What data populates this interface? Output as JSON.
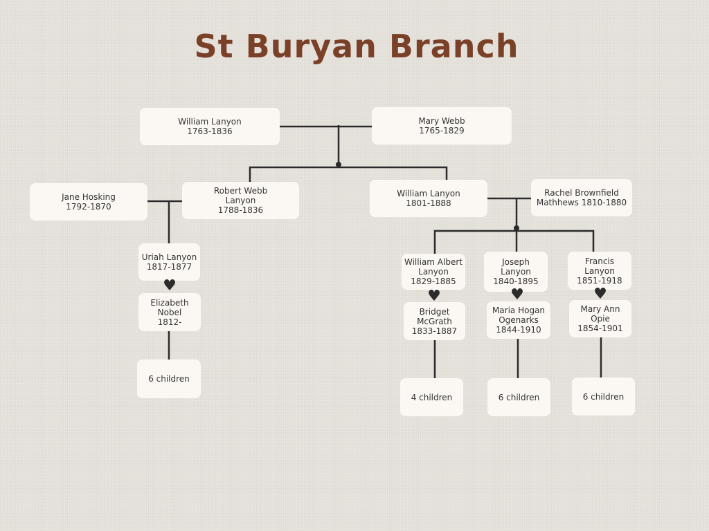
{
  "title": "St Buryan Branch",
  "people": {
    "william_lanyon_1763": {
      "name": "William Lanyon",
      "dates": "1763-1836"
    },
    "mary_webb": {
      "name": "Mary Webb",
      "dates": "1765-1829"
    },
    "jane_hosking": {
      "name": "Jane Hosking",
      "dates": "1792-1870"
    },
    "robert_webb_lanyon": {
      "name": "Robert Webb",
      "name2": "Lanyon",
      "dates": "1788-1836"
    },
    "william_lanyon_1801": {
      "name": "William Lanyon",
      "dates": "1801-1888"
    },
    "rachel_brownfield": {
      "name": "Rachel Brownfield",
      "dates": "Mathhews 1810-1880"
    },
    "uriah_lanyon": {
      "name": "Uriah Lanyon",
      "dates": "1817-1877"
    },
    "elizabeth_nobel": {
      "name": "Elizabeth",
      "name2": "Nobel",
      "dates": "1812-"
    },
    "william_albert_lanyon": {
      "name": "William Albert",
      "name2": "Lanyon",
      "dates": "1829-1885"
    },
    "bridget_mcgrath": {
      "name": "Bridget",
      "name2": "McGrath",
      "dates": "1833-1887"
    },
    "joseph_lanyon": {
      "name": "Joseph",
      "name2": "Lanyon",
      "dates": "1840-1895"
    },
    "maria_hogan_ogenarks": {
      "name": "Maria Hogan",
      "name2": "Ogenarks",
      "dates": "1844-1910"
    },
    "francis_lanyon": {
      "name": "Francis",
      "name2": "Lanyon",
      "dates": "1851-1918"
    },
    "mary_ann_opie": {
      "name": "Mary Ann",
      "name2": "Opie",
      "dates": "1854-1901"
    }
  },
  "children": {
    "uriah": "6 children",
    "william_albert": "4 children",
    "joseph": "6 children",
    "francis": "6 children"
  },
  "colors": {
    "title": "#7a4128",
    "line": "#2b2b2b",
    "box": "#fbf8f3"
  }
}
